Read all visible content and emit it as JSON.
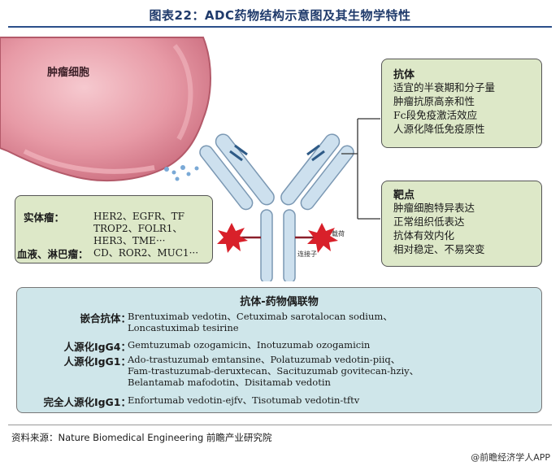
{
  "title": "图表22：ADC药物结构示意图及其生物学特性",
  "tumor_label": "肿瘤细胞",
  "antibody_box": {
    "heading": "抗体",
    "lines": [
      "适宜的半衰期和分子量",
      "肿瘤抗原高亲和性",
      "Fc段免疫激活效应",
      "人源化降低免疫原性"
    ]
  },
  "target_box": {
    "heading": "靶点",
    "lines": [
      "肿瘤细胞特异表达",
      "正常组织低表达",
      "抗体有效内化",
      "相对稳定、不易突变"
    ]
  },
  "targets": {
    "solid_label": "实体瘤：",
    "solid_lines": [
      "HER2、EGFR、TF",
      "TROP2、FOLR1、",
      "HER3、TME···"
    ],
    "blood_label": "血液、淋巴瘤：",
    "blood_value": "CD、ROR2、MUC1···"
  },
  "payload_label": "载荷",
  "linker_label": "连接子",
  "adc": {
    "heading": "抗体-药物偶联物",
    "rows": [
      {
        "label": "嵌合抗体：",
        "lines": [
          "Brentuximab vedotin、Cetuximab sarotalocan sodium、",
          "Loncastuximab tesirine"
        ]
      },
      {
        "label": "人源化IgG4：",
        "lines": [
          "Gemtuzumab ozogamicin、Inotuzumab ozogamicin"
        ]
      },
      {
        "label": "人源化IgG1：",
        "lines": [
          "Ado-trastuzumab emtansine、Polatuzumab vedotin-piiq、",
          "Fam-trastuzumab-deruxtecan、Sacituzumab govitecan-hziy、",
          "Belantamab mafodotin、Disitamab vedotin"
        ]
      },
      {
        "label": "完全人源化IgG1：",
        "lines": [
          "Enfortumab vedotin-ejfv、Tisotumab vedotin-tftv"
        ]
      }
    ]
  },
  "source": "资料来源：Nature Biomedical Engineering 前瞻产业研究院",
  "brand": "@前瞻经济学人APP",
  "colors": {
    "accent": "#1f3a6b",
    "box_green": "#dde8c8",
    "adc_blue": "#cfe6ea",
    "payload_red": "#d8202a",
    "tumor": "#e8a0a8"
  }
}
